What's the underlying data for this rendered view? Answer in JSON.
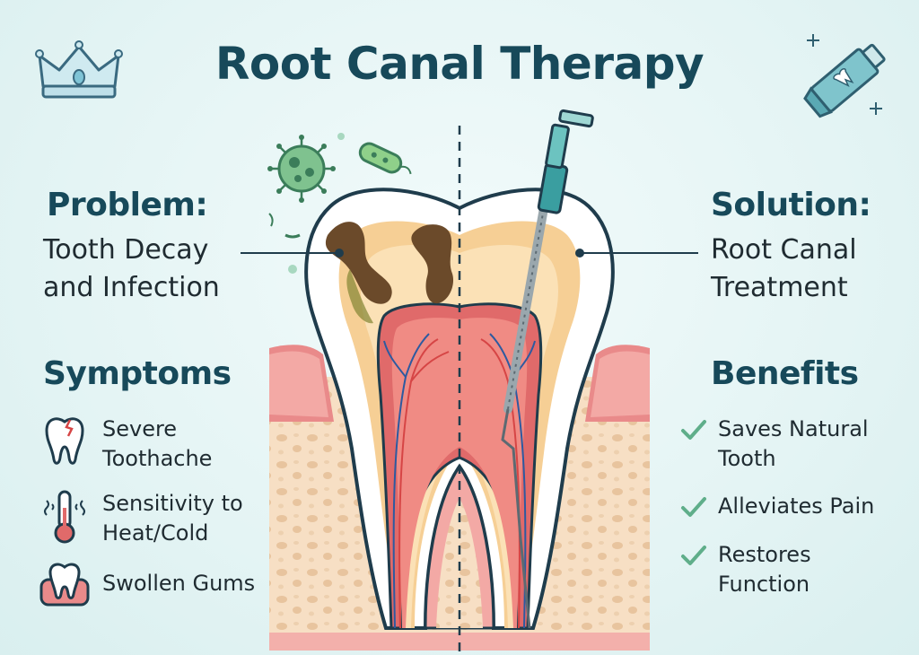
{
  "title": "Root Canal Therapy",
  "problem": {
    "heading": "Problem:",
    "text_line1": "Tooth Decay",
    "text_line2": "and Infection"
  },
  "solution": {
    "heading": "Solution:",
    "text_line1": "Root Canal",
    "text_line2": "Treatment"
  },
  "symptoms": {
    "heading": "Symptoms",
    "items": [
      {
        "line1": "Severe",
        "line2": "Toothache",
        "icon": "cracked-tooth-icon"
      },
      {
        "line1": "Sensitivity to",
        "line2": "Heat/Cold",
        "icon": "thermometer-icon"
      },
      {
        "line1": "Swollen Gums",
        "line2": "",
        "icon": "swollen-gum-icon"
      }
    ]
  },
  "benefits": {
    "heading": "Benefits",
    "items": [
      {
        "line1": "Saves Natural",
        "line2": "Tooth",
        "icon": "checkmark-icon"
      },
      {
        "line1": "Alleviates Pain",
        "line2": "",
        "icon": "checkmark-icon"
      },
      {
        "line1": "Restores",
        "line2": "Function",
        "icon": "checkmark-icon"
      }
    ]
  },
  "colors": {
    "heading": "#17495a",
    "check": "#5fae8a",
    "gum": "#e98a8a",
    "pulp": "#e06a6a",
    "dentin": "#f6cf95",
    "enamel": "#ffffff",
    "bone": "#f6dcc0",
    "decay": "#6b4a2a",
    "file": "#3a9ea0"
  },
  "decorations": [
    "crown-icon",
    "toothpaste-icon",
    "virus-icon",
    "bacteria-icon",
    "sparkle-icon"
  ]
}
